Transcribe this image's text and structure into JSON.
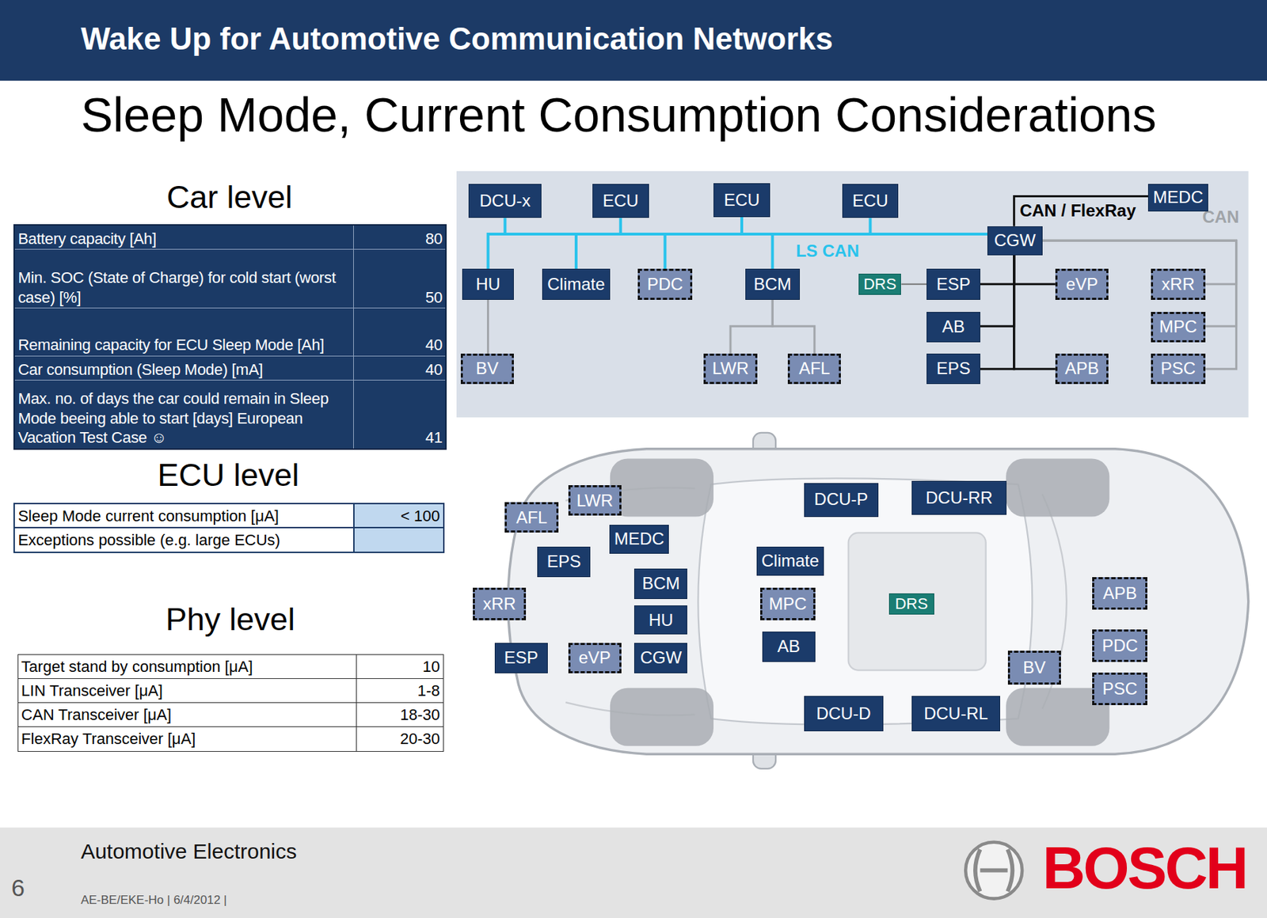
{
  "diagram": {
    "title": "Wake Up for Automotive Communication Networks",
    "nodes": [
      {
        "text": [
          "DCU-x"
        ]
      },
      {
        "text": [
          "ECU"
        ]
      },
      {
        "text": [
          "ECU"
        ]
      },
      {
        "text": [
          "ECU"
        ]
      },
      {
        "text": [
          "MEDC"
        ]
      },
      {
        "text": [
          "CGW"
        ]
      },
      {
        "text": [
          "HU"
        ]
      },
      {
        "text": [
          "Climate"
        ]
      },
      {
        "text": [
          "PDC"
        ]
      },
      {
        "text": [
          "BCM"
        ]
      },
      {
        "text": [
          "DRS"
        ]
      },
      {
        "text": [
          "ESP"
        ]
      },
      {
        "text": [
          "eVP"
        ]
      },
      {
        "text": [
          "xRR"
        ]
      },
      {
        "text": [
          "AB"
        ]
      },
      {
        "text": [
          "MPC"
        ]
      },
      {
        "text": [
          "BV"
        ]
      },
      {
        "text": [
          "LWR"
        ]
      },
      {
        "text": [
          "AFL"
        ]
      },
      {
        "text": [
          "EPS"
        ]
      },
      {
        "text": [
          "APB"
        ]
      },
      {
        "text": [
          "PSC"
        ]
      },
      {
        "text": [
          "AFL"
        ]
      },
      {
        "text": [
          "LWR"
        ]
      },
      {
        "text": [
          "MEDC"
        ]
      },
      {
        "text": [
          "EPS"
        ]
      },
      {
        "text": [
          "BCM"
        ]
      },
      {
        "text": [
          "HU"
        ]
      },
      {
        "text": [
          "CGW"
        ]
      },
      {
        "text": [
          "xRR"
        ]
      },
      {
        "text": [
          "ESP"
        ]
      },
      {
        "text": [
          "eVP"
        ]
      },
      {
        "text": [
          "DCU-P"
        ]
      },
      {
        "text": [
          "DCU-RR"
        ]
      },
      {
        "text": [
          "Climate"
        ]
      },
      {
        "text": [
          "MPC"
        ]
      },
      {
        "text": [
          "AB"
        ]
      },
      {
        "text": [
          "DRS"
        ]
      },
      {
        "text": [
          "APB"
        ]
      },
      {
        "text": [
          "PDC"
        ]
      },
      {
        "text": [
          "PSC"
        ]
      },
      {
        "text": [
          "BV"
        ]
      },
      {
        "text": [
          "DCU-D"
        ]
      },
      {
        "text": [
          "DCU-RL"
        ]
      }
    ],
    "edges": [
      {
        "from": 5,
        "to": 0,
        "arrow": "none"
      },
      {
        "from": 5,
        "to": 1,
        "arrow": "none"
      },
      {
        "from": 5,
        "to": 2,
        "arrow": "none"
      },
      {
        "from": 5,
        "to": 3,
        "arrow": "none"
      },
      {
        "from": 5,
        "to": 6,
        "arrow": "none"
      },
      {
        "from": 5,
        "to": 7,
        "arrow": "none"
      },
      {
        "from": 5,
        "to": 8,
        "arrow": "none"
      },
      {
        "from": 5,
        "to": 9,
        "arrow": "none"
      },
      {
        "from": 6,
        "to": 16,
        "arrow": "none"
      },
      {
        "from": 9,
        "to": 17,
        "arrow": "none"
      },
      {
        "from": 9,
        "to": 18,
        "arrow": "none"
      },
      {
        "from": 10,
        "to": 11,
        "arrow": "none"
      },
      {
        "from": 5,
        "to": 4,
        "arrow": "none"
      },
      {
        "from": 5,
        "to": 11,
        "arrow": "none"
      },
      {
        "from": 5,
        "to": 14,
        "arrow": "none"
      },
      {
        "from": 5,
        "to": 19,
        "arrow": "none"
      },
      {
        "from": 5,
        "to": 12,
        "arrow": "none"
      },
      {
        "from": 5,
        "to": 20,
        "arrow": "none"
      },
      {
        "from": 5,
        "to": 13,
        "arrow": "none"
      },
      {
        "from": 5,
        "to": 15,
        "arrow": "none"
      },
      {
        "from": 5,
        "to": 21,
        "arrow": "none"
      }
    ],
    "labels": [
      "Sleep Mode, Current Consumption Considerations",
      "Car level",
      "Battery capacity [Ah]",
      "80",
      "Min. SOC (State of Charge) for cold start (worst case) [%]",
      "50",
      "Remaining capacity for ECU Sleep Mode [Ah]",
      "40",
      "Car consumption (Sleep Mode) [mA]",
      "40",
      "Max. no. of days the car could remain in Sleep Mode beeing able to start [days] European Vacation Test Case ☺",
      "41",
      "ECU level",
      "Sleep Mode current consumption [μA]",
      "< 100",
      "Exceptions possible (e.g. large ECUs)",
      "Phy level",
      "Target stand by consumption [μA]",
      "10",
      "LIN Transceiver [μA]",
      "1-8",
      "CAN Transceiver [μA]",
      "18-30",
      "FlexRay Transceiver [μA]",
      "20-30",
      "LS CAN",
      "CAN / FlexRay",
      "CAN",
      "Automotive Electronics",
      "6",
      "AE-BE/EKE-Ho | 6/4/2012 |",
      "BOSCH"
    ]
  }
}
